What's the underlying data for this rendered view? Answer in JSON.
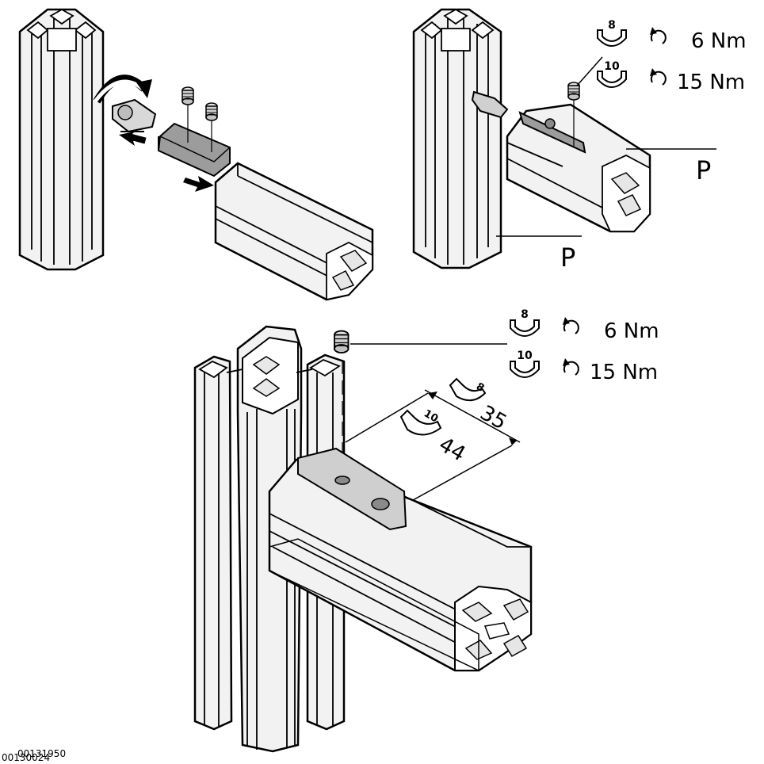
{
  "torque_specs_top": [
    {
      "wrench": "8",
      "torque": "6 Nm"
    },
    {
      "wrench": "10",
      "torque": "15 Nm"
    }
  ],
  "torque_specs_bottom": [
    {
      "wrench": "8",
      "torque": "6 Nm"
    },
    {
      "wrench": "10",
      "torque": "15 Nm"
    }
  ],
  "dimensions": [
    {
      "wrench": "8",
      "value": "35"
    },
    {
      "wrench": "10",
      "value": "44"
    }
  ],
  "section_labels": {
    "right_profile": "P",
    "left_profile": "P"
  },
  "image_codes": [
    "00130024",
    "00131950"
  ],
  "colors": {
    "stroke": "#000000",
    "profile_fill": "#f1f1f1",
    "shade": "#cfcfcf",
    "connector": "#9a9a9a"
  }
}
